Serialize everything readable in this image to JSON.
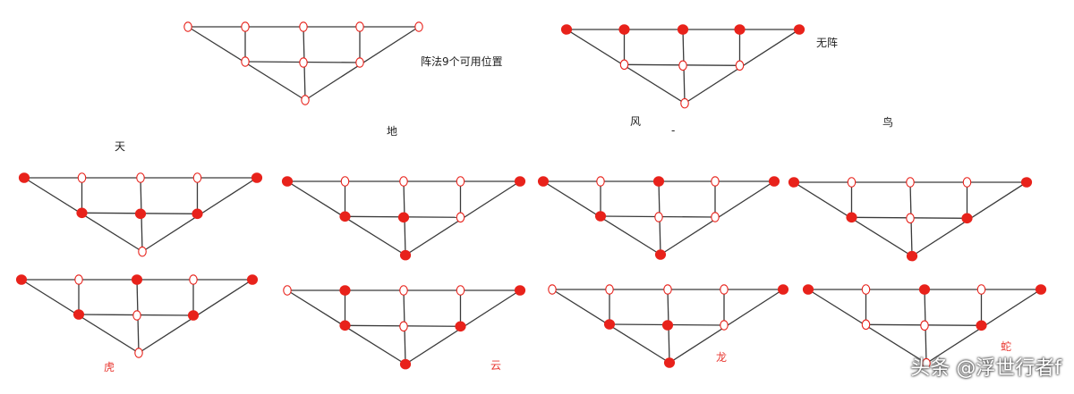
{
  "colors": {
    "line": "#3a3a3a",
    "accent": "#e8221b",
    "empty_fill": "#ffffff",
    "label": "#e8362f",
    "watermark_text": "#ffffff",
    "watermark_outline": "#555555"
  },
  "watermark": "头条 @浮世行者f",
  "stray_mark": "-",
  "diagrams": [
    {
      "key": "positions",
      "label": "阵法9个可用位置",
      "filled": [
        false,
        false,
        false,
        false,
        false,
        false,
        false,
        false,
        false
      ]
    },
    {
      "key": "none",
      "label": "无阵",
      "filled": [
        true,
        true,
        true,
        true,
        true,
        false,
        false,
        false,
        false
      ]
    },
    {
      "key": "tian",
      "label": "天",
      "filled": [
        true,
        false,
        false,
        false,
        true,
        true,
        true,
        true,
        false
      ]
    },
    {
      "key": "di",
      "label": "地",
      "filled": [
        true,
        false,
        false,
        false,
        true,
        true,
        true,
        false,
        true
      ]
    },
    {
      "key": "feng",
      "label": "风",
      "filled": [
        true,
        false,
        true,
        false,
        true,
        true,
        false,
        false,
        true
      ]
    },
    {
      "key": "niao",
      "label": "鸟",
      "filled": [
        true,
        false,
        false,
        false,
        true,
        true,
        false,
        true,
        true
      ]
    },
    {
      "key": "hu",
      "label": "虎",
      "filled": [
        true,
        false,
        true,
        false,
        true,
        true,
        false,
        true,
        false
      ]
    },
    {
      "key": "yun",
      "label": "云",
      "filled": [
        false,
        true,
        false,
        false,
        true,
        true,
        false,
        true,
        true
      ]
    },
    {
      "key": "long",
      "label": "龙",
      "filled": [
        false,
        false,
        false,
        false,
        true,
        true,
        true,
        false,
        true
      ]
    },
    {
      "key": "she",
      "label": "蛇",
      "filled": [
        true,
        false,
        true,
        false,
        true,
        false,
        false,
        true,
        false
      ]
    }
  ]
}
